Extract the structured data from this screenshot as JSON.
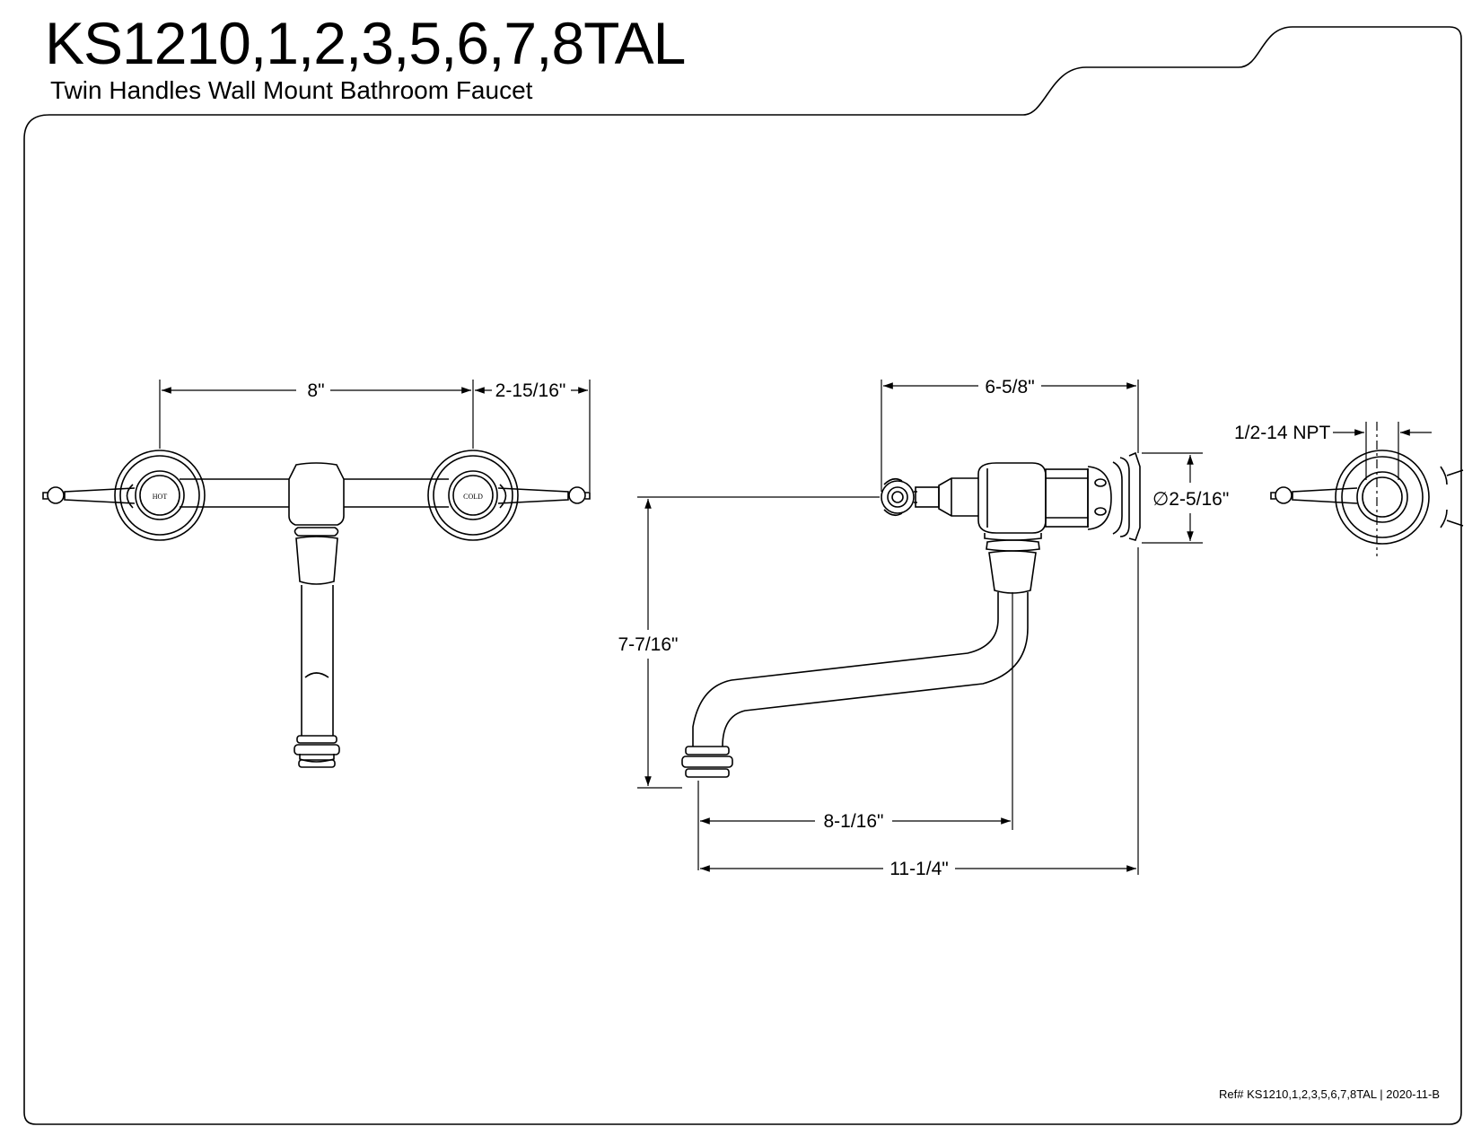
{
  "header": {
    "title": "KS1210,1,2,3,5,6,7,8TAL",
    "subtitle": "Twin Handles Wall Mount Bathroom Faucet"
  },
  "front_view": {
    "dim_center_spacing": "8\"",
    "dim_handle_overhang": "2-15/16\"",
    "hot_label": "HOT",
    "cold_label": "COLD"
  },
  "side_view": {
    "dim_body_depth": "6-5/8\"",
    "dim_flange_diameter": "∅2-5/16\"",
    "dim_spout_height": "7-7/16\"",
    "dim_spout_reach": "8-1/16\"",
    "dim_overall_reach": "11-1/4\""
  },
  "end_view": {
    "dim_connection": "1/2-14 NPT"
  },
  "footer": {
    "reference": "Ref# KS1210,1,2,3,5,6,7,8TAL | 2020-11-B"
  }
}
